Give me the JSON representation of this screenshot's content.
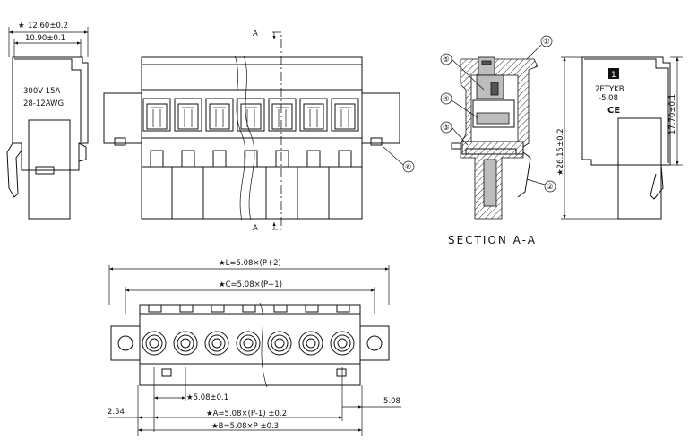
{
  "dimensions": {
    "overall_width": "12.60±0.2",
    "body_width": "10.90±0.1",
    "length_l": "L=5.08×(P+2)",
    "length_c": "C=5.08×(P+1)",
    "pitch": "5.08±0.1",
    "length_a": "A=5.08×(P-1) ±0.2",
    "length_b": "B=5.08×P ±0.3",
    "offset_left": "2.54",
    "offset_right": "5.08",
    "height_total": "26.15±0.2",
    "height_body": "17.70±0.1"
  },
  "rating": {
    "voltage_current": "300V 15A",
    "wire_range": "28-12AWG"
  },
  "marking": {
    "model": "2ETYKB",
    "pitch": "-5.08",
    "cert": "CE"
  },
  "section": {
    "label": "SECTION A-A",
    "cut_mark": "A"
  },
  "star": "★",
  "callouts": [
    "①",
    "②",
    "③",
    "④",
    "⑤",
    "⑥"
  ]
}
